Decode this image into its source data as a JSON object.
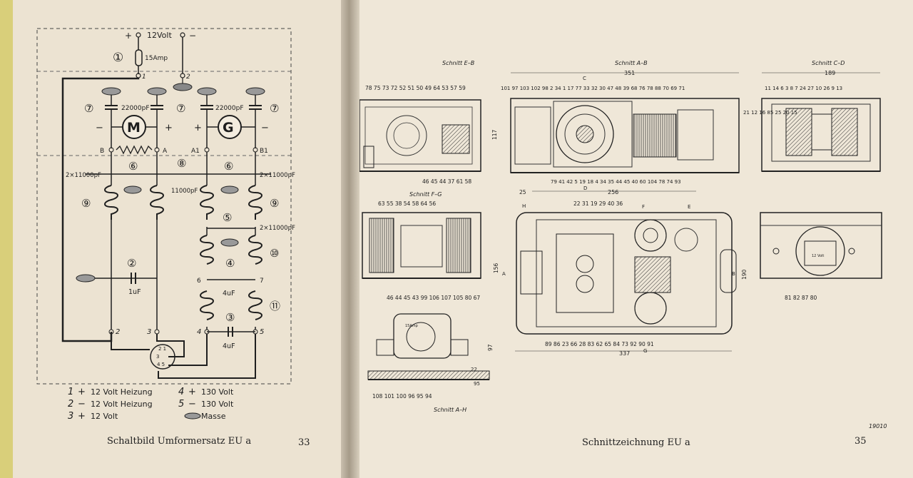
{
  "left_page": {
    "supply": {
      "plus": "+",
      "voltage": "12Volt",
      "minus": "−"
    },
    "fuse": {
      "number": "①",
      "label": "15Amp"
    },
    "terminals": [
      "1",
      "2",
      "3",
      "4",
      "5"
    ],
    "capacitors": {
      "c_motor_gen": "22000pF",
      "c_2x11000_a": "2×11000pF",
      "c_2x11000_b": "2×11000pF",
      "c_2x11000_c": "2×11000pF",
      "c_11000": "11000pF",
      "c_1uf": "1uF",
      "c_4uf_a": "4uF",
      "c_4uf_b": "4uF"
    },
    "circled_numbers": [
      "②",
      "③",
      "④",
      "⑤",
      "⑥",
      "⑦",
      "⑧",
      "⑨",
      "⑩",
      "⑪"
    ],
    "motor": {
      "letter": "M",
      "term_b": "B",
      "term_a": "A"
    },
    "generator": {
      "letter": "G",
      "term_a1": "A1",
      "term_b1": "B1"
    },
    "legend": [
      {
        "num": "1",
        "sign": "+",
        "text": "12 Volt Heizung"
      },
      {
        "num": "2",
        "sign": "−",
        "text": "12 Volt Heizung"
      },
      {
        "num": "3",
        "sign": "+",
        "text": "12 Volt"
      },
      {
        "num": "4",
        "sign": "+",
        "text": "130 Volt"
      },
      {
        "num": "5",
        "sign": "−",
        "text": "130 Volt"
      },
      {
        "num": "",
        "sign": "",
        "text": "Masse"
      }
    ],
    "caption": "Schaltbild Umformersatz EU a",
    "page_number": "33"
  },
  "right_page": {
    "sections": {
      "eb": {
        "title": "Schnitt E–B",
        "top_nums": "78 75   73 72 52 51 50 49 64 53 57 59",
        "bottom_nums": "46 45 44 37 61 58",
        "dim": "117"
      },
      "ab": {
        "title": "Schnitt A–B",
        "dim_top": "351",
        "top_nums": "101 97 103 102 98  2  34  1  17 77 33 32 30 47 48 39 68 76 78 88 70 69 71",
        "bottom_nums": "79 41 42 5  19 18 4 34 35    44 45 40 60    104 78 74 93",
        "side_nums": "21 12 16 85 25 20 15",
        "label_c": "C",
        "label_d": "D"
      },
      "cd": {
        "title": "Schnitt C–D",
        "dim_top": "189",
        "top_nums": "11 14   6  3  8  7  24 27 10 26  9   13"
      },
      "fg": {
        "title": "Schnitt F–G",
        "top_nums": "63 55      38 54 58 64 56",
        "bottom_nums": "46 44 45 43 99 106 107      105 80 67",
        "dim": "156"
      },
      "plan": {
        "dim_top": "256",
        "dim_left": "25",
        "top_nums": "22 31 19 29 40 36",
        "bottom_nums": "89   86 23   66 28        83 62 65    84 73    92 90 91",
        "dim_bottom": "337",
        "label_h": "H",
        "label_f": "F",
        "label_e": "E",
        "label_a": "A",
        "label_b": "B",
        "label_g": "G",
        "dim_right": "190"
      },
      "ah": {
        "title": "Schnitt A–H",
        "bottom_nums": "108     101      100     96 95 94",
        "dim": "97",
        "dim2": "22",
        "dim3": "95",
        "inner_label": "15Amp"
      },
      "end": {
        "bottom_nums": "81 82 87     80",
        "inner_label": "12 Volt"
      }
    },
    "ref_number": "19010",
    "caption": "Schnittzeichnung EU a",
    "page_number": "35"
  }
}
